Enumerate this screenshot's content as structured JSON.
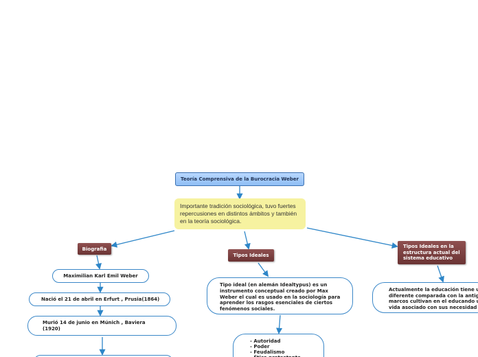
{
  "root": {
    "title": "Teoría Comprensiva de la Burocracia Weber"
  },
  "note": {
    "text": "Importante tradición sociológica, tuvo fuertes\nrepercusiones en distintos ámbitos y también\nen la teoría sociológica."
  },
  "biografia": {
    "label": "Biografia",
    "items": [
      "Maximilian Karl Emil Weber",
      "Nació el 21 de abril en Erfurt , Prusia(1864)",
      "Murió 14 de junio en Múnich , Baviera\n(1920)",
      ""
    ]
  },
  "tipos_ideales": {
    "label": "Tipos Ideales",
    "definition": "Tipo ideal (en alemán Idealtypus) es un\ninstrumento conceptual creado por Max\nWeber el cual es usado en la sociología para\naprender los rasgos esenciales de ciertos\nfenómenos sociales.",
    "list": "- Autoridad\n- Poder\n- Feudalismo\n- Ética protestante"
  },
  "sistema_educativo": {
    "label": "Tipos Ideales en la\nestructura actual del\nsistema educativo",
    "text": "Actualmente la educación tiene u\ndiferente comparada con la antig\nmarcos cultivan en el educando u\nvida asociado con sus necesidad"
  },
  "colors": {
    "connector": "#2e86c8",
    "tag": "#7a3d3d",
    "root_fill": "#a8ccfa",
    "note_fill": "#f6f2a0"
  }
}
